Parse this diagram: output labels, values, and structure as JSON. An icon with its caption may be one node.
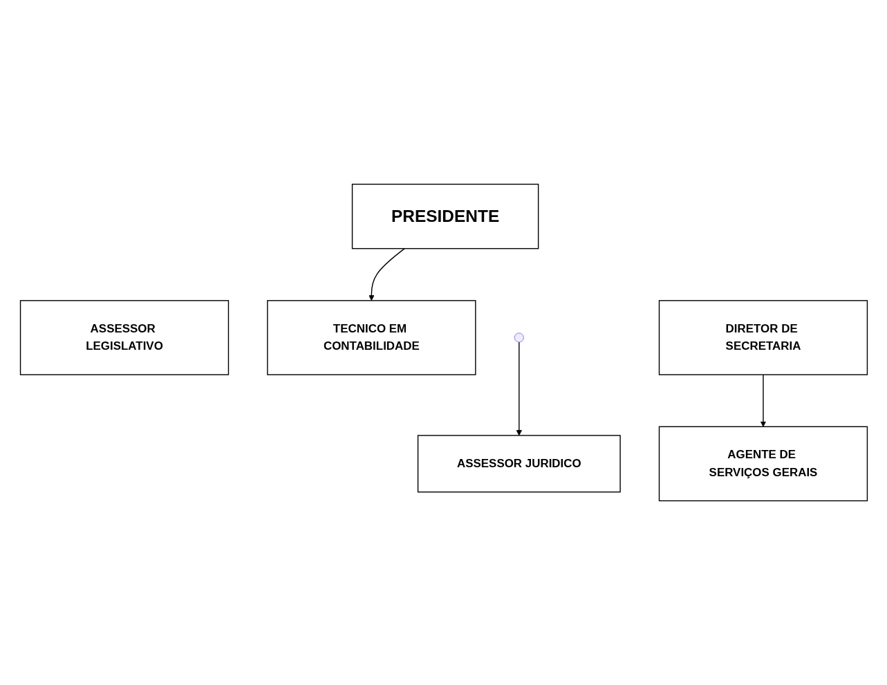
{
  "diagram": {
    "nodes": [
      {
        "text": [
          "PRESIDENTE"
        ]
      },
      {
        "text": [
          "ASSESSOR JURIDICO"
        ]
      },
      {
        "text": [
          "ASSESSOR LEGISLATIVO"
        ]
      },
      {
        "text": [
          "TECNICO EM CONTABILIDADE"
        ]
      },
      {
        "text": [
          "DIRETOR DE SECRETARIA"
        ]
      },
      {
        "text": [
          "AGENTE DE SERVIÇOS GERAIS"
        ]
      }
    ],
    "edges": [
      {
        "from": 0,
        "to": 3,
        "arrow": "to"
      },
      {
        "from": null,
        "to": 1,
        "arrow": "to"
      },
      {
        "from": 4,
        "to": 5,
        "arrow": "to"
      }
    ]
  }
}
